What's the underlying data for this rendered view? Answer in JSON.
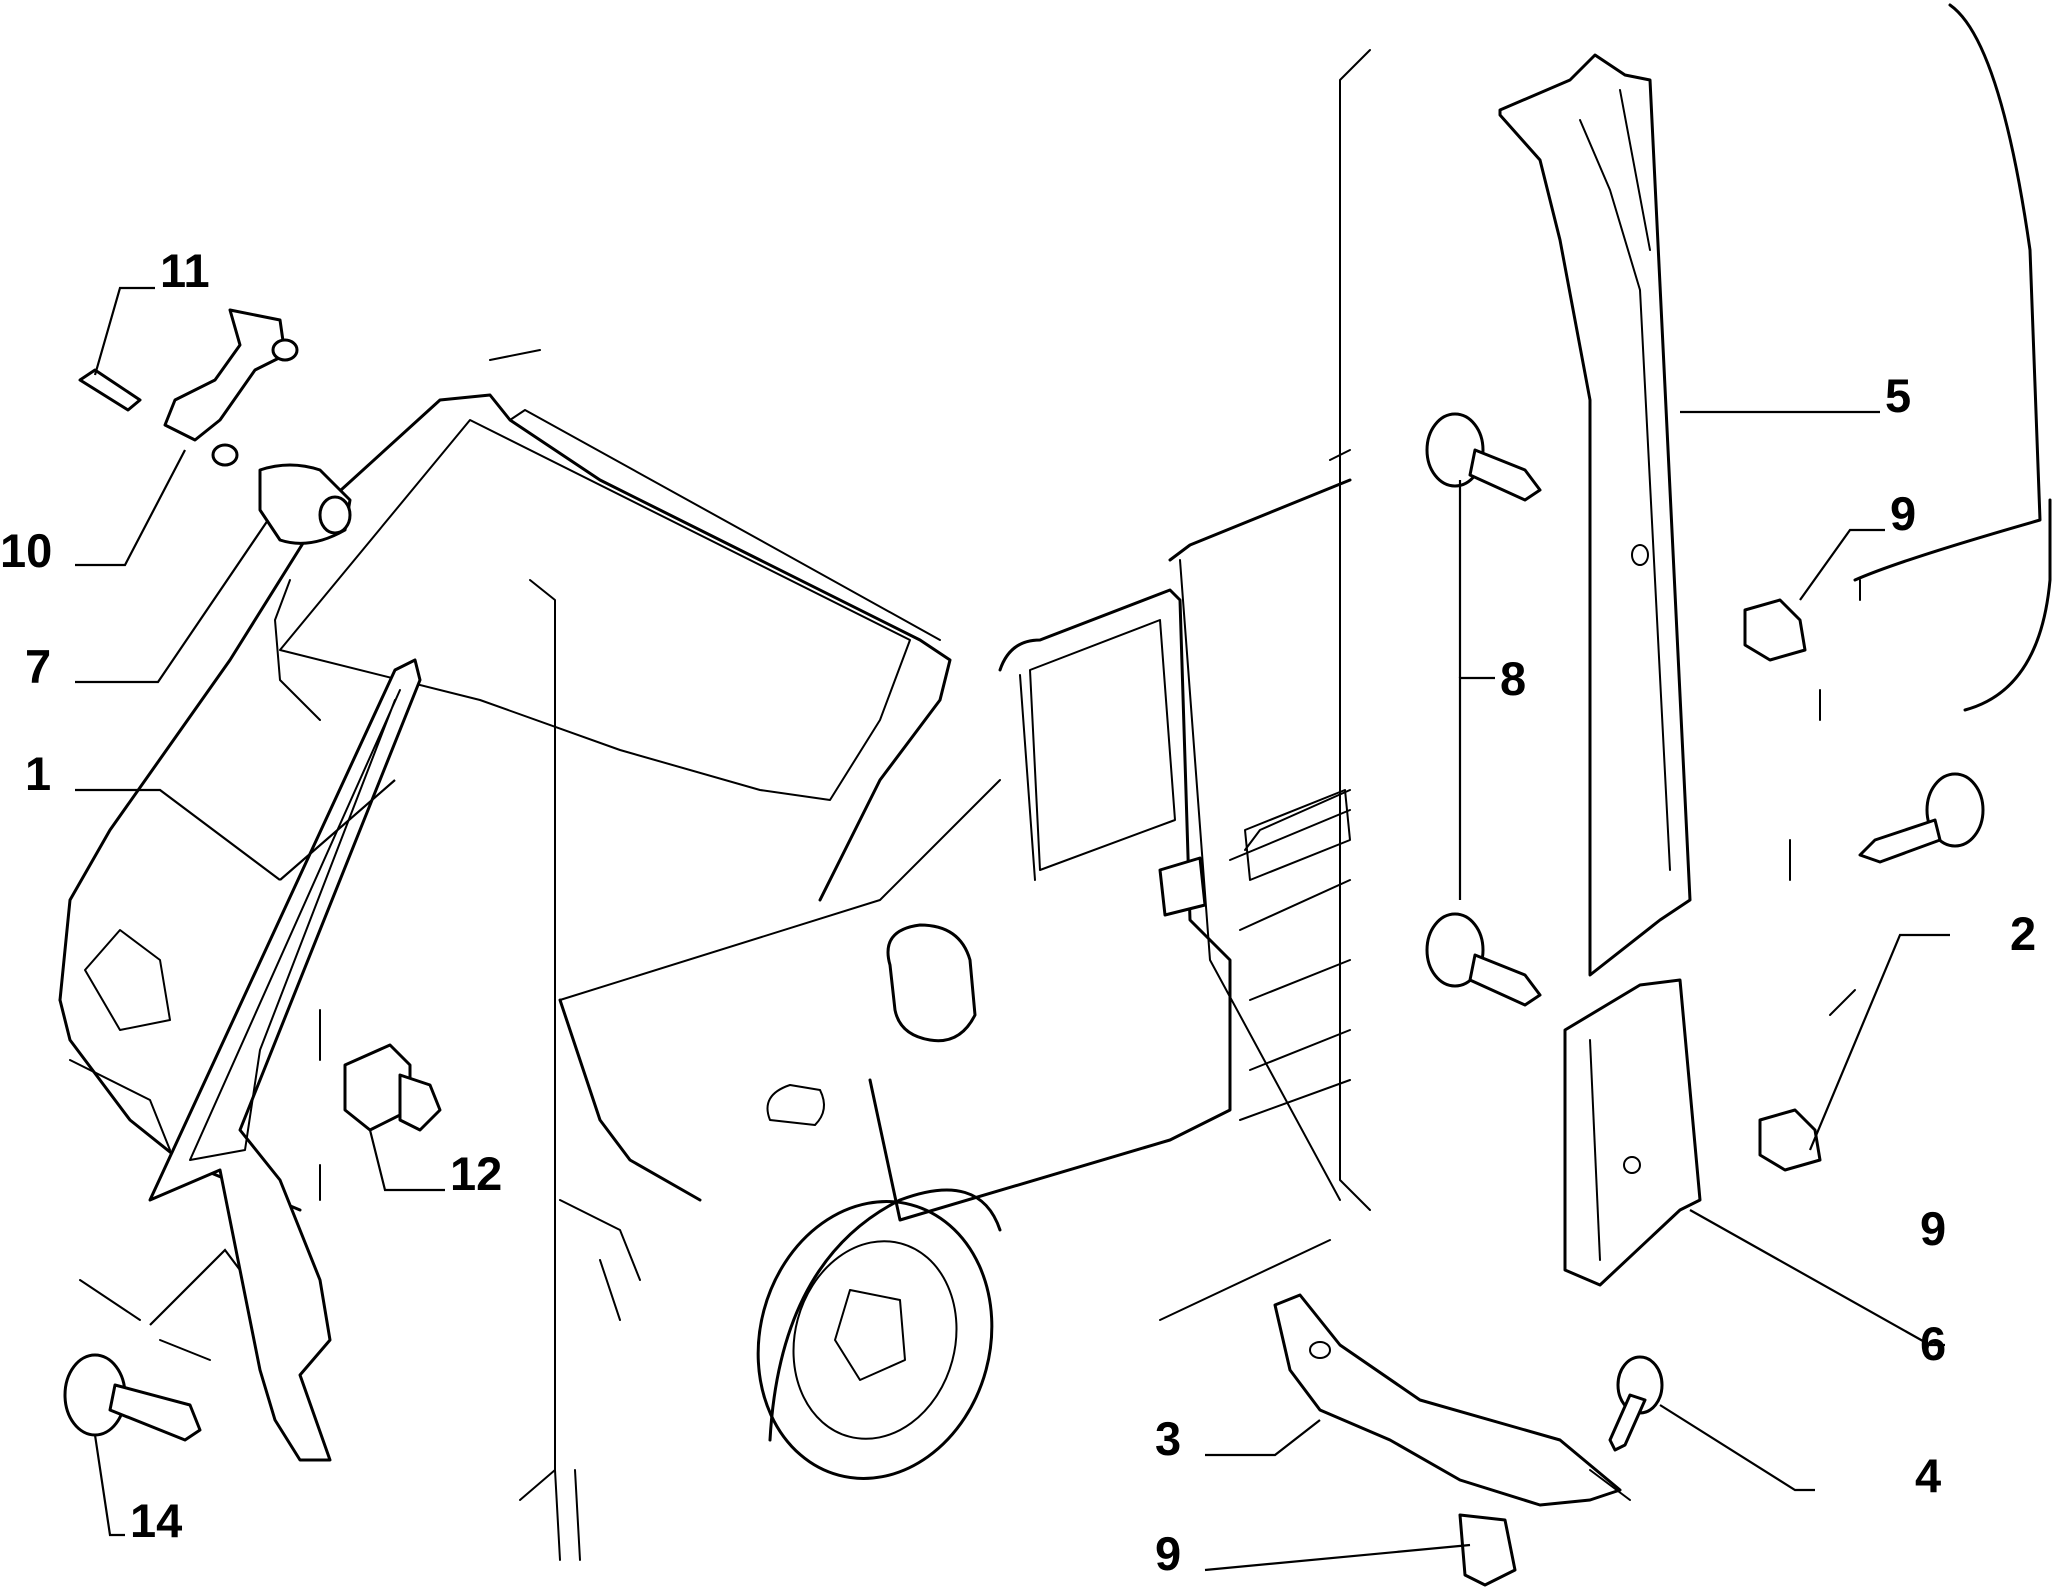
{
  "diagram": {
    "callouts": [
      {
        "id": "c11",
        "label": "11"
      },
      {
        "id": "c10",
        "label": "10"
      },
      {
        "id": "c7",
        "label": "7"
      },
      {
        "id": "c1",
        "label": "1"
      },
      {
        "id": "c12",
        "label": "12"
      },
      {
        "id": "c14",
        "label": "14"
      },
      {
        "id": "c8",
        "label": "8"
      },
      {
        "id": "c5",
        "label": "5"
      },
      {
        "id": "c9a",
        "label": "9"
      },
      {
        "id": "c2",
        "label": "2"
      },
      {
        "id": "c9b",
        "label": "9"
      },
      {
        "id": "c6",
        "label": "6"
      },
      {
        "id": "c4",
        "label": "4"
      },
      {
        "id": "c3",
        "label": "3"
      },
      {
        "id": "c9c",
        "label": "9"
      }
    ]
  }
}
